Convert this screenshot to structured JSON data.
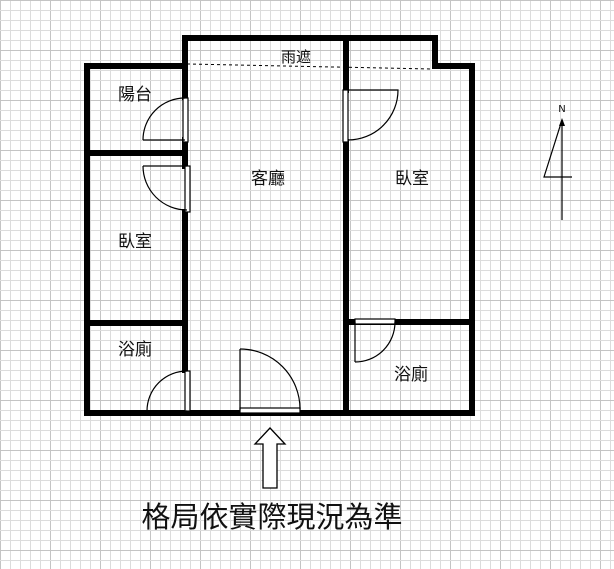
{
  "colors": {
    "grid_minor": "#dcdcdc",
    "grid_major": "#c4c4c4",
    "wall": "#000000",
    "background": "#ffffff"
  },
  "rooms": {
    "rain_shelter": "雨遮",
    "balcony": "陽台",
    "living_room": "客廳",
    "bedroom_left": "臥室",
    "bedroom_right": "臥室",
    "bathroom_left": "浴廁",
    "bathroom_right": "浴廁"
  },
  "compass": {
    "label": "N"
  },
  "icons": {
    "entrance": "up-arrow-icon",
    "compass": "north-arrow-icon"
  },
  "note": "格局依實際現況為準"
}
